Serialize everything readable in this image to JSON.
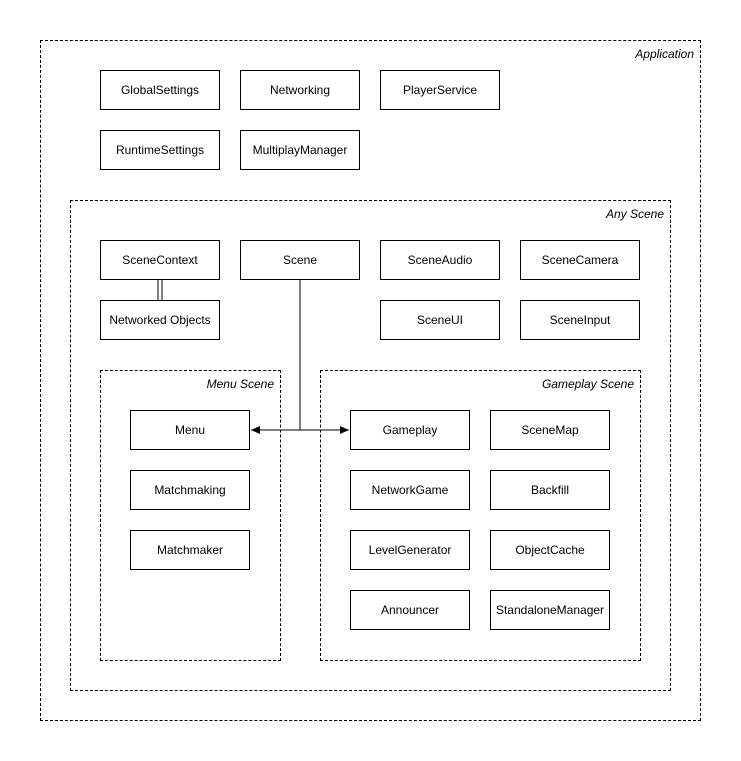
{
  "regions": {
    "application": "Application",
    "any_scene": "Any Scene",
    "menu_scene": "Menu Scene",
    "gameplay_scene": "Gameplay Scene"
  },
  "application_nodes": {
    "global_settings": "GlobalSettings",
    "networking": "Networking",
    "player_service": "PlayerService",
    "runtime_settings": "RuntimeSettings",
    "multiplay_manager": "MultiplayManager"
  },
  "any_scene_nodes": {
    "scene_context": "SceneContext",
    "scene": "Scene",
    "scene_audio": "SceneAudio",
    "scene_camera": "SceneCamera",
    "networked_objects": "Networked Objects",
    "scene_ui": "SceneUI",
    "scene_input": "SceneInput"
  },
  "menu_nodes": {
    "menu": "Menu",
    "matchmaking": "Matchmaking",
    "matchmaker": "Matchmaker"
  },
  "gameplay_nodes": {
    "gameplay": "Gameplay",
    "scene_map": "SceneMap",
    "network_game": "NetworkGame",
    "backfill": "Backfill",
    "level_generator": "LevelGenerator",
    "object_cache": "ObjectCache",
    "announcer": "Announcer",
    "standalone_manager": "StandaloneManager"
  }
}
